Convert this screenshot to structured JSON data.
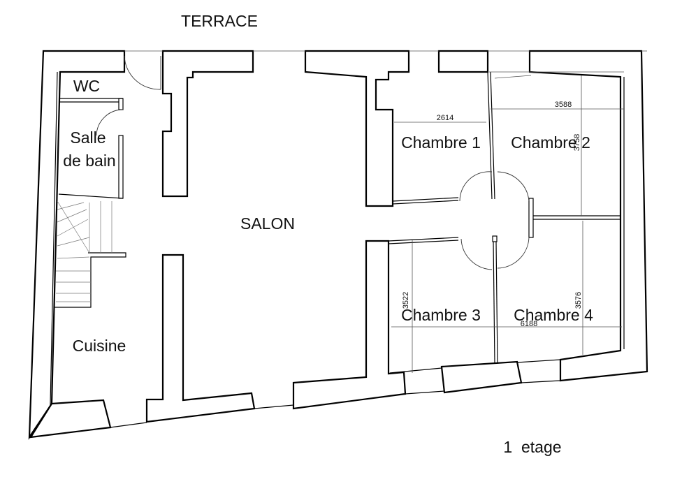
{
  "plan": {
    "exterior_label": "TERRACE",
    "floor_label": "1  etage",
    "rooms": {
      "wc": "WC",
      "bathroom_line1": "Salle",
      "bathroom_line2": "de bain",
      "salon": "SALON",
      "chambre1": "Chambre 1",
      "chambre2": "Chambre 2",
      "chambre3": "Chambre 3",
      "chambre4": "Chambre 4",
      "cuisine": "Cuisine"
    },
    "dimensions": {
      "chambre1_width": "2614",
      "chambre2_width": "3588",
      "chambre2_depth": "3758",
      "chambre3_depth": "3522",
      "chambre4_depth": "3576",
      "rear_width": "6188"
    }
  }
}
